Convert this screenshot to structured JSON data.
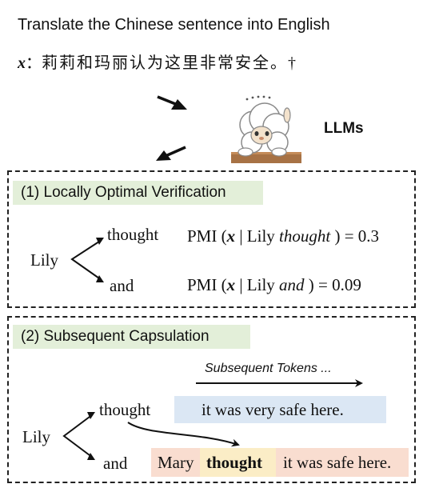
{
  "header": {
    "instruction": "Translate the Chinese sentence into English",
    "x_symbol": "x",
    "x_colon": "：",
    "source_sentence": "莉莉和玛丽认为这里非常安全。",
    "dagger": "†"
  },
  "llm": {
    "label": "LLMs",
    "icon": "alpaca-mascot-icon"
  },
  "section1": {
    "title": "(1) Locally Optimal Verification",
    "root": "Lily",
    "branch_top": "thought",
    "branch_bottom": "and",
    "pmi_top": {
      "prefix": "PMI (",
      "x": "x",
      "mid": " | Lily ",
      "token": "thought",
      "suffix": " ) = 0.3"
    },
    "pmi_bottom": {
      "prefix": "PMI (",
      "x": "x",
      "mid": " | Lily ",
      "token": "and",
      "suffix": " )  = 0.09"
    }
  },
  "section2": {
    "title": "(2) Subsequent Capsulation",
    "subsequent_label": "Subsequent Tokens ...",
    "root": "Lily",
    "branch_top": "thought",
    "branch_bottom": "and",
    "continuation_top": "it was very safe here.",
    "continuation_bottom_prefix": "Mary",
    "continuation_bottom_token": "thought",
    "continuation_bottom_suffix": "it was safe here."
  },
  "colors": {
    "title_green": "#e3efd9",
    "continuation_blue": "#dbe7f4",
    "continuation_peach": "#f9ddd0",
    "token_yellow": "#fbedc6"
  }
}
